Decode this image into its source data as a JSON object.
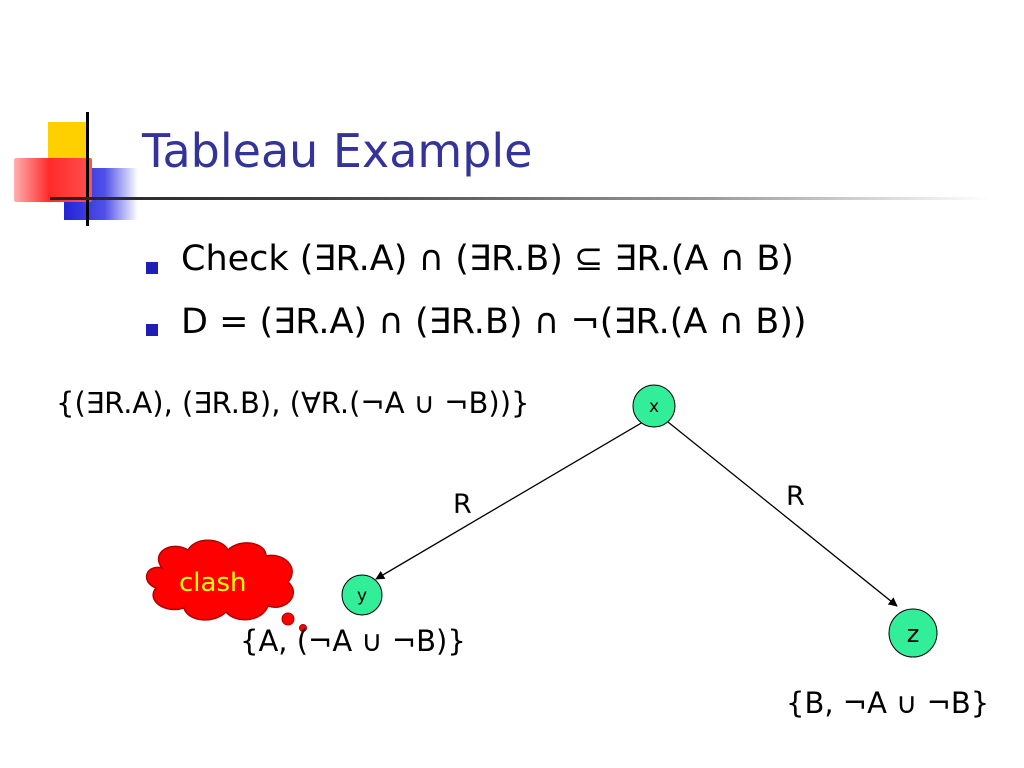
{
  "slide": {
    "title": "Tableau Example",
    "bullets": [
      "Check (∃R.A) ∩ (∃R.B) ⊆ ∃R.(A ∩ B)",
      "D = (∃R.A) ∩ (∃R.B) ∩ ¬(∃R.(A ∩ B))"
    ]
  },
  "diagram": {
    "nodes": {
      "x": "x",
      "y": "y",
      "z": "z"
    },
    "edges": {
      "x_y": "R",
      "x_z": "R"
    },
    "labels": {
      "x_set": "{(∃R.A), (∃R.B), (∀R.(¬A ∪ ¬B))}",
      "y_set": "{A, (¬A ∪ ¬B)}",
      "z_set": "{B, ¬A ∪ ¬B}"
    },
    "clash": "clash",
    "colors": {
      "node_fill": "#33ee99",
      "clash_cloud": "#ff0000",
      "clash_text": "#ffff00",
      "title": "#333399",
      "bullet": "#1f1fb8"
    }
  }
}
